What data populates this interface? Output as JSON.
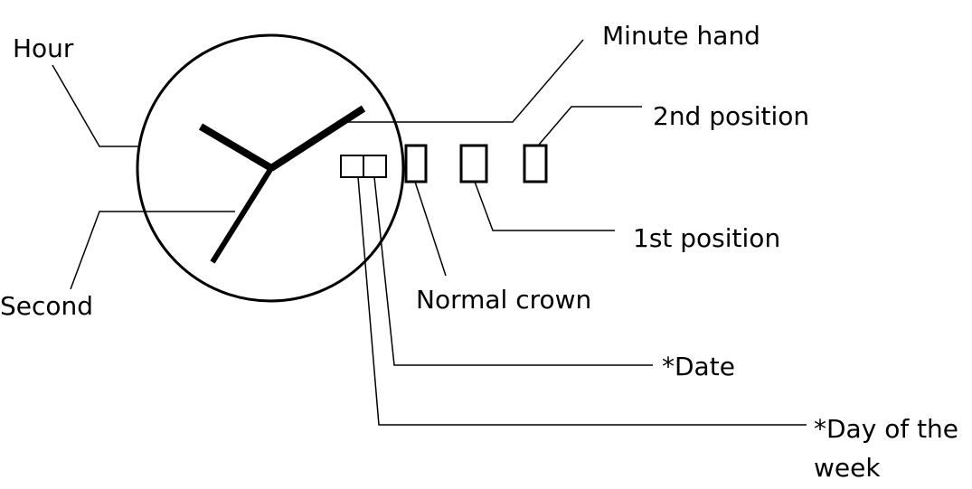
{
  "labels": {
    "hour": "Hour",
    "second": "Second",
    "minute_hand": "Minute hand",
    "second_position": "2nd position",
    "first_position": "1st position",
    "normal_crown": "Normal crown",
    "date": "*Date",
    "day_of_week_line1": "*Day of the",
    "day_of_week_line2": "week"
  },
  "colors": {
    "ink": "#000000",
    "background": "#ffffff"
  }
}
